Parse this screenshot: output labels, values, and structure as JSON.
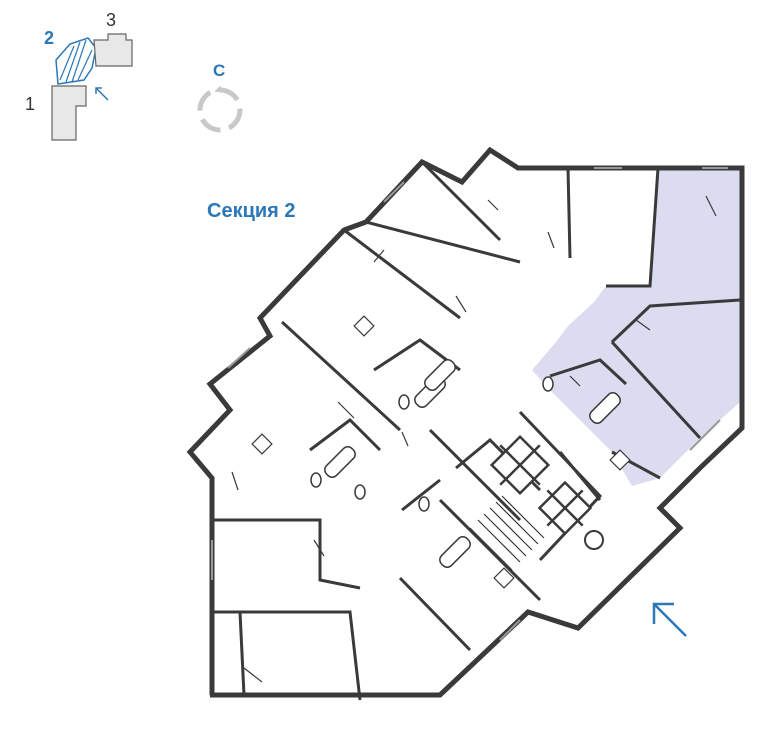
{
  "section_title": "Секция 2",
  "key_plan": {
    "labels": [
      "1",
      "2",
      "3"
    ],
    "selected": "2"
  },
  "compass": {
    "label": "С"
  },
  "colors": {
    "accent": "#2a78b8",
    "highlight_fill": "#dcdcf0",
    "wall": "#3a3a3a",
    "building_fill": "#e8e8e8",
    "compass": "#c8c8c8"
  }
}
